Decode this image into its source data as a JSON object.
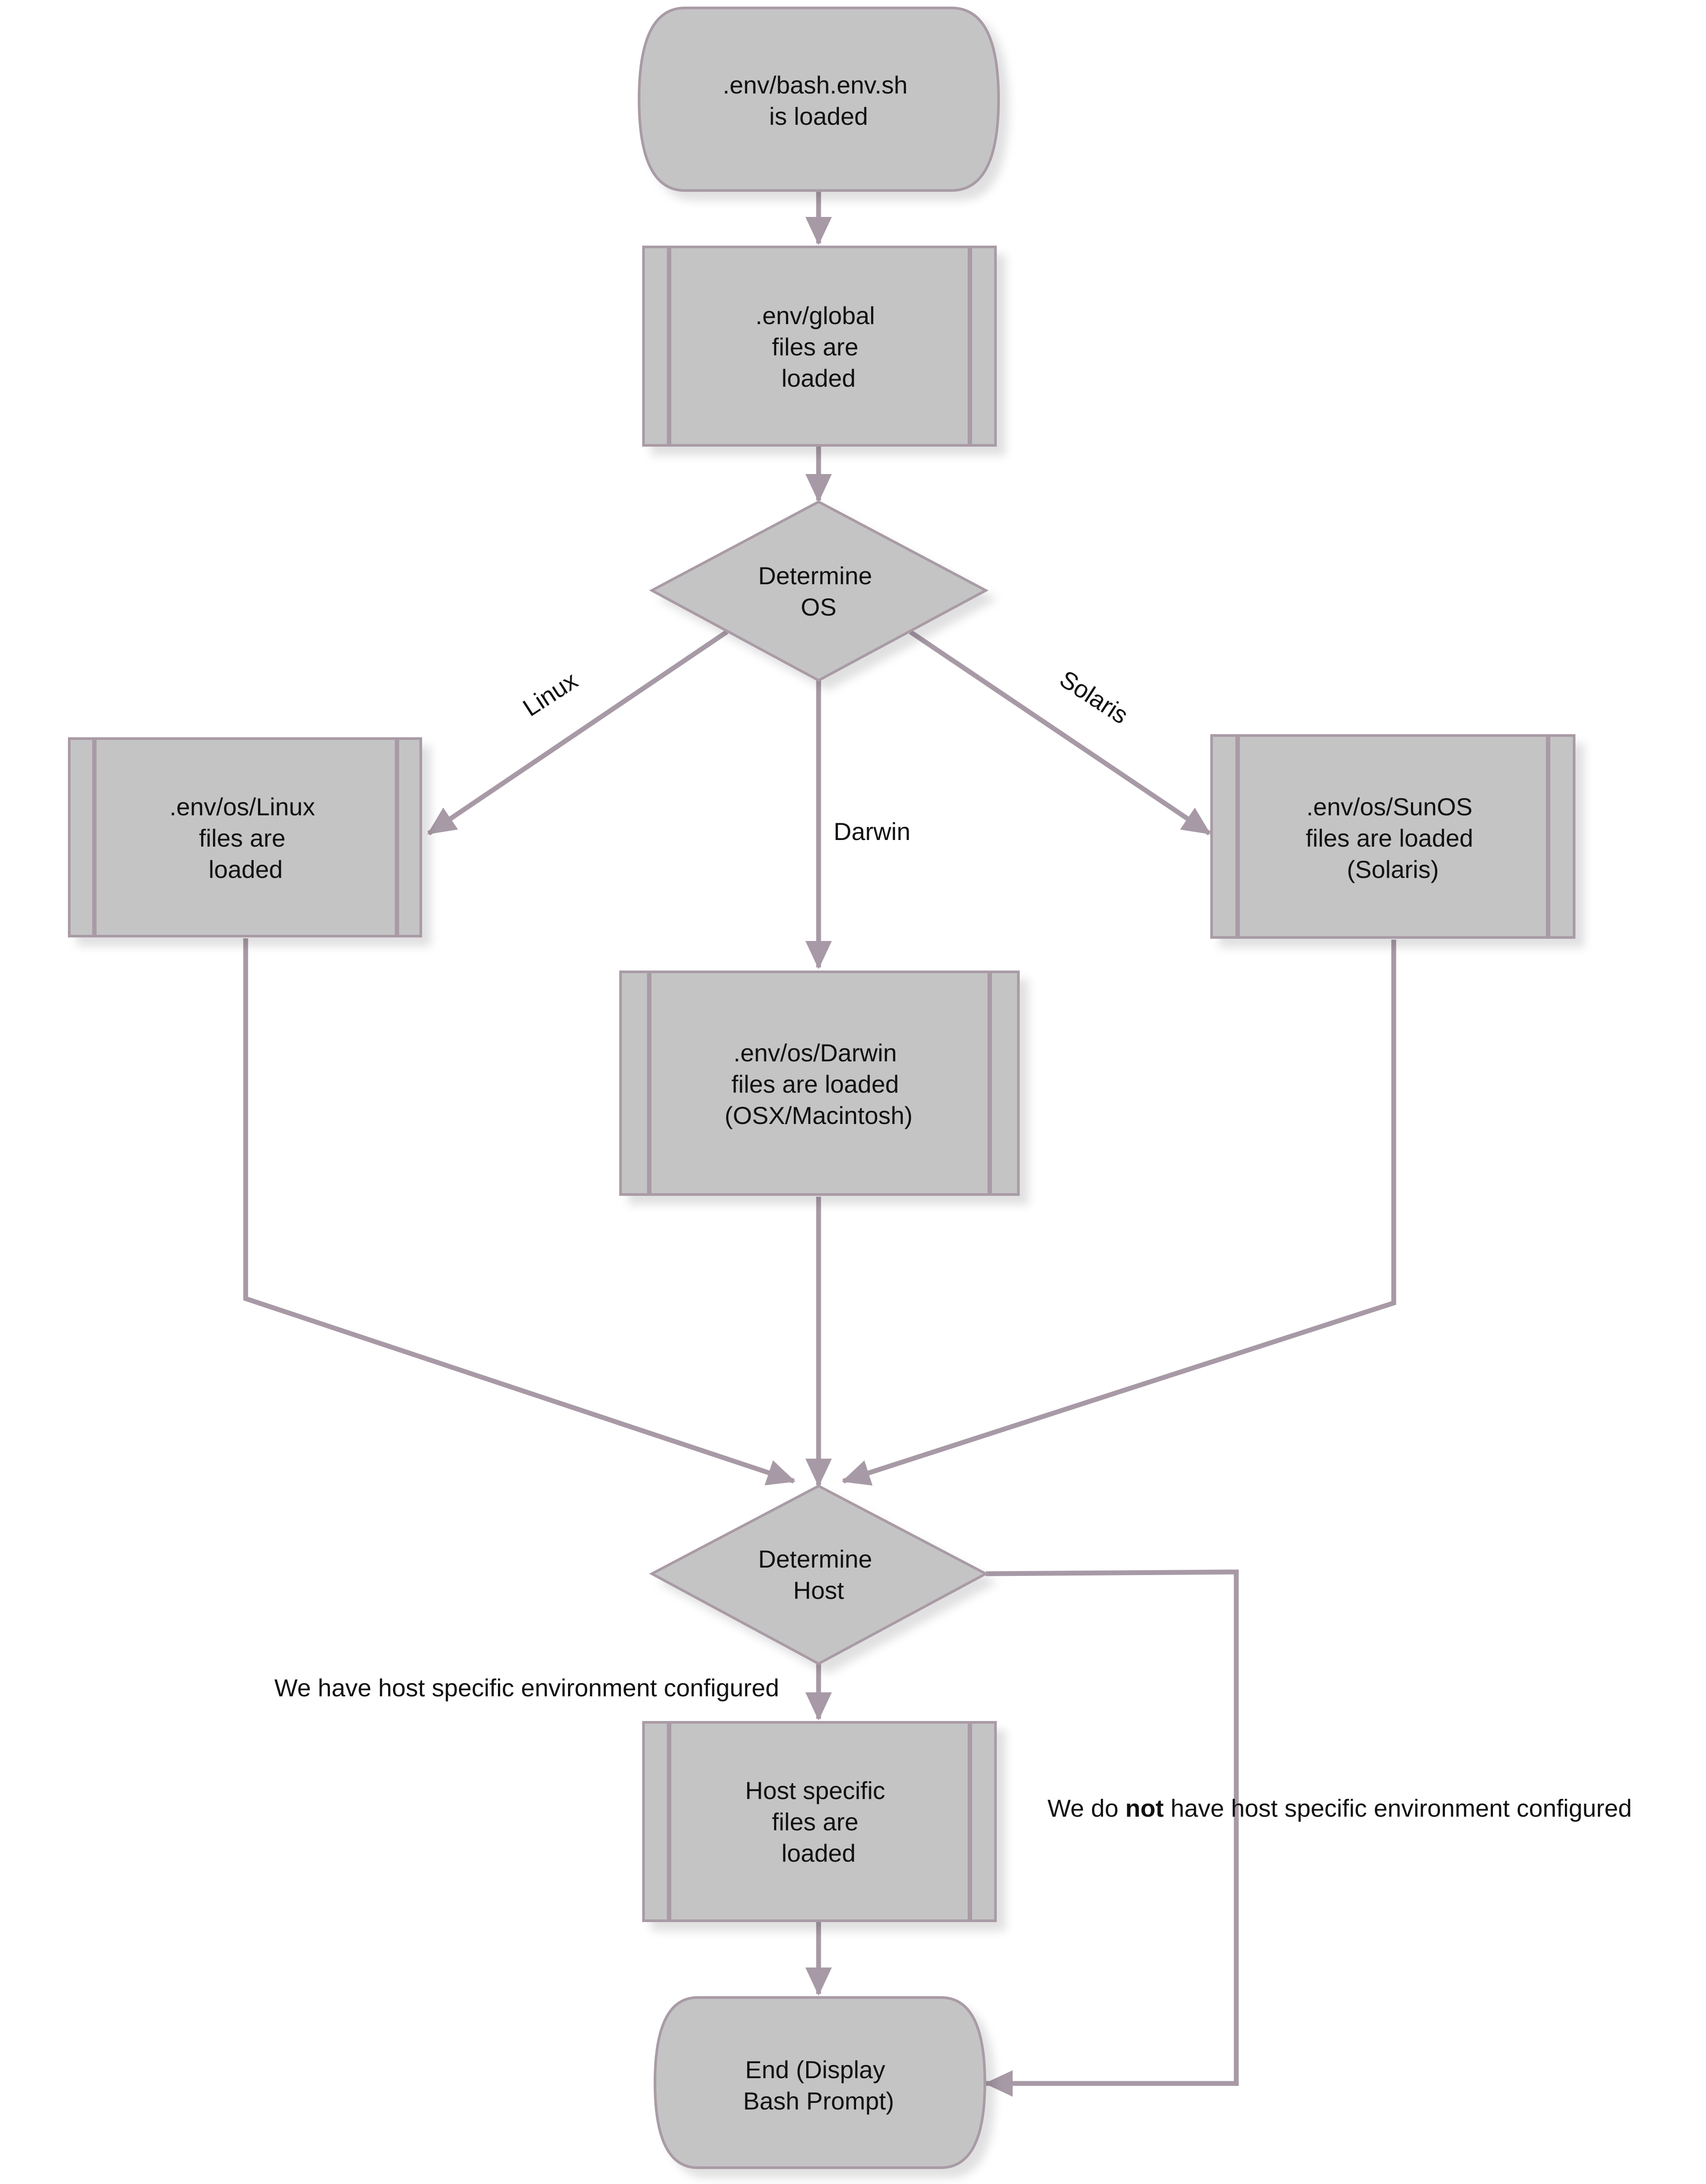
{
  "colors": {
    "node_fill": "#c4c4c4",
    "node_border": "#a99ba6",
    "connector": "#a79aa6",
    "text": "#111111",
    "background": "#ffffff"
  },
  "nodes": {
    "start": {
      "shape": "terminator",
      "lines": [
        ".env/bash.env.sh",
        "is loaded"
      ]
    },
    "global": {
      "shape": "predefined-process",
      "lines": [
        ".env/global",
        "files are",
        "loaded"
      ]
    },
    "determine_os": {
      "shape": "decision",
      "lines": [
        "Determine",
        "OS"
      ]
    },
    "linux": {
      "shape": "predefined-process",
      "lines": [
        ".env/os/Linux",
        "files are",
        "loaded"
      ]
    },
    "darwin": {
      "shape": "predefined-process",
      "lines": [
        ".env/os/Darwin",
        "files are loaded",
        "(OSX/Macintosh)"
      ]
    },
    "sunos": {
      "shape": "predefined-process",
      "lines": [
        ".env/os/SunOS",
        "files are loaded",
        "(Solaris)"
      ]
    },
    "determine_host": {
      "shape": "decision",
      "lines": [
        "Determine",
        "Host"
      ]
    },
    "host_files": {
      "shape": "predefined-process",
      "lines": [
        "Host specific",
        "files are",
        "loaded"
      ]
    },
    "end": {
      "shape": "terminator",
      "lines": [
        "End (Display",
        "Bash Prompt)"
      ]
    }
  },
  "edges": {
    "linux": {
      "label": "Linux"
    },
    "darwin": {
      "label": "Darwin"
    },
    "solaris": {
      "label": "Solaris"
    },
    "host_yes": {
      "label": "We have host specific environment configured"
    },
    "host_no": {
      "label_before": "We do ",
      "label_bold": "not",
      "label_after": " have host specific environment configured"
    }
  }
}
